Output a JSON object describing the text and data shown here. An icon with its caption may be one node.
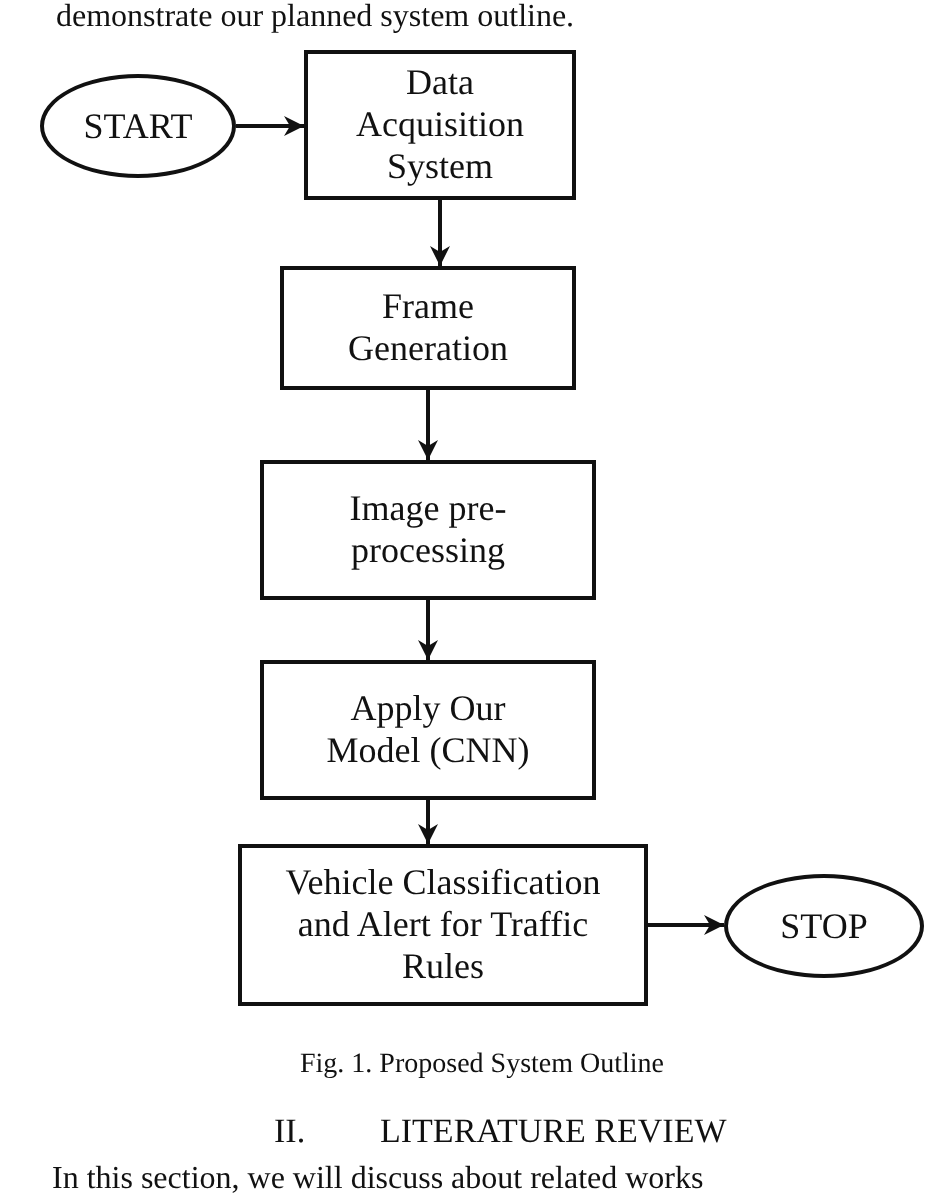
{
  "diagram": {
    "caption": "Fig. 1. Proposed System Outline",
    "nodes": [
      {
        "text": [
          "START"
        ]
      },
      {
        "text": [
          "Data Acquisition System"
        ]
      },
      {
        "text": [
          "Frame Generation"
        ]
      },
      {
        "text": [
          "Image pre-processing"
        ]
      },
      {
        "text": [
          "Apply Our Model (CNN)"
        ]
      },
      {
        "text": [
          "Vehicle Classification and Alert for Traffic Rules"
        ]
      },
      {
        "text": [
          "STOP"
        ]
      }
    ],
    "edges": [
      {
        "from": 0,
        "to": 1,
        "arrow": "to"
      },
      {
        "from": 1,
        "to": 2,
        "arrow": "to"
      },
      {
        "from": 2,
        "to": 3,
        "arrow": "to"
      },
      {
        "from": 3,
        "to": 4,
        "arrow": "to"
      },
      {
        "from": 4,
        "to": 5,
        "arrow": "to"
      },
      {
        "from": 5,
        "to": 6,
        "arrow": "to"
      }
    ],
    "labels": [
      "demonstrate our planned system outline.",
      "II.",
      "LITERATURE REVIEW",
      "In this section, we will discuss about related works"
    ]
  }
}
